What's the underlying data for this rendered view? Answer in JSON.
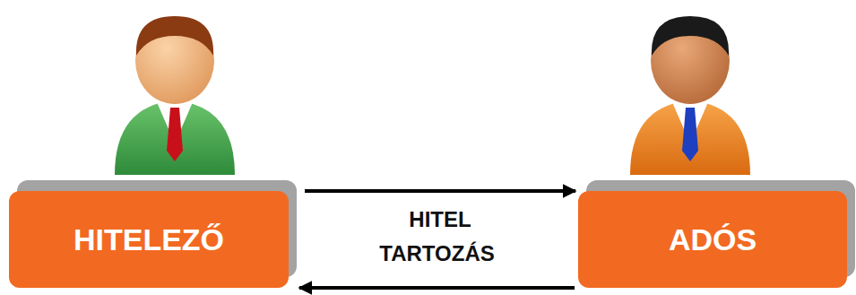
{
  "diagram": {
    "nodes": [
      {
        "text": [
          "HITELEZŐ"
        ]
      },
      {
        "text": [
          "ADÓS"
        ]
      }
    ],
    "edges": [
      {
        "from": 0,
        "to": 1,
        "arrow": "to",
        "label": "HITEL"
      },
      {
        "from": 1,
        "to": 0,
        "arrow": "to",
        "label": "TARTOZÁS"
      }
    ]
  }
}
